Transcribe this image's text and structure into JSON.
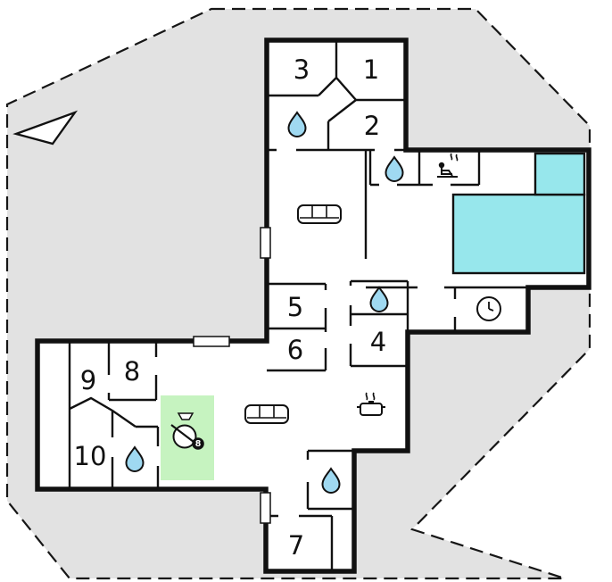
{
  "floorplan": {
    "title": "holiday-house-floor-plan",
    "rooms": {
      "r1": "1",
      "r2": "2",
      "r3": "3",
      "r4": "4",
      "r5": "5",
      "r6": "6",
      "r7": "7",
      "r8": "8",
      "r9": "9",
      "r10": "10"
    },
    "billiards_ball_label": "8",
    "colors": {
      "ground": "#e2e2e2",
      "wall": "#111111",
      "pool_water": "#97e7ec",
      "water_drop": "#9fd9f1",
      "rug_green": "#c6f3c0"
    },
    "icons": {
      "north_arrow": "north-arrow",
      "water_drop": "water-drop-icon",
      "sauna": "sauna-icon",
      "sofa": "sofa-icon",
      "clock": "clock-icon",
      "billiards": "billiards-icon",
      "kettle": "kettle-icon"
    }
  }
}
